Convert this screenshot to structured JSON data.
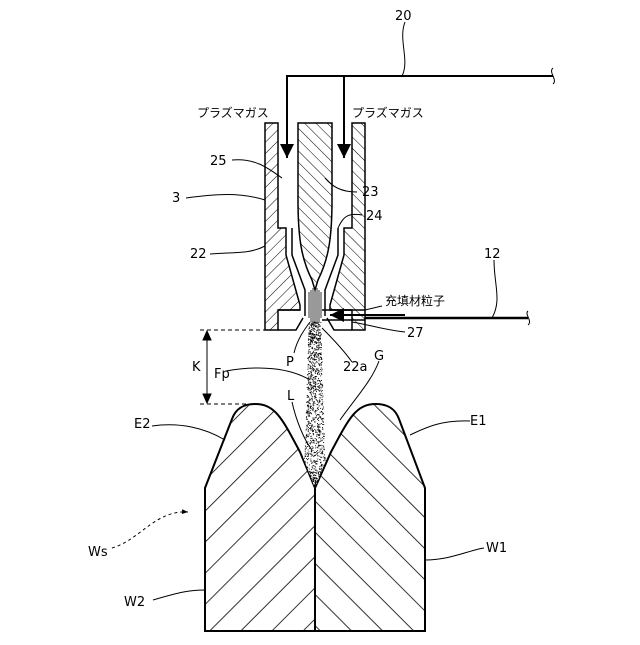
{
  "labels": {
    "ref_20": "20",
    "plasma_gas_left": "プラズマガス",
    "plasma_gas_right": "プラズマガス",
    "ref_25": "25",
    "ref_3": "3",
    "ref_23": "23",
    "ref_24": "24",
    "ref_22": "22",
    "ref_12": "12",
    "filler_particles": "充填材粒子",
    "ref_27": "27",
    "ref_K": "K",
    "ref_P": "P",
    "ref_22a": "22a",
    "ref_G": "G",
    "ref_Fp": "Fp",
    "ref_L": "L",
    "ref_E2": "E2",
    "ref_E1": "E1",
    "ref_Ws": "Ws",
    "ref_W1": "W1",
    "ref_W2": "W2"
  }
}
